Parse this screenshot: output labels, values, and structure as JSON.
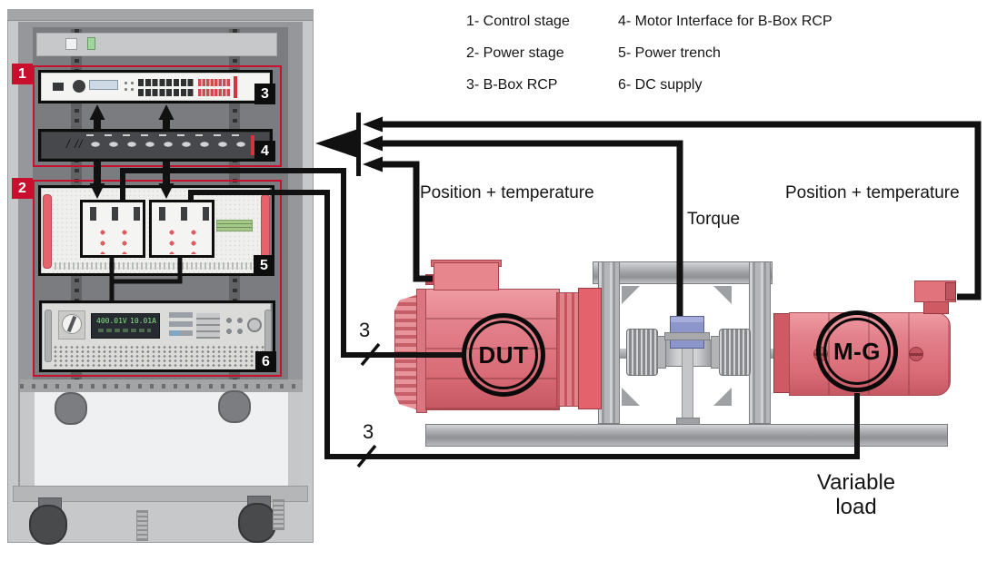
{
  "legend": {
    "items": [
      "1- Control stage",
      "2- Power stage",
      "3- B-Box RCP",
      "4- Motor Interface for B-Box RCP",
      "5- Power trench",
      "6- DC supply"
    ]
  },
  "rack": {
    "badge_control_stage": "1",
    "badge_power_stage": "2",
    "badge_bbox_rcp": "3",
    "badge_motor_interface": "4",
    "badge_power_trench": "5",
    "badge_dc_supply": "6",
    "motor_interface_marks": "/ //",
    "dc_supply": {
      "voltage": "400.01V",
      "current": "10.01A"
    }
  },
  "bench": {
    "dut_label": "DUT",
    "mg_label": "M-G"
  },
  "cables": {
    "position_temperature_left": "Position + temperature",
    "position_temperature_right": "Position + temperature",
    "torque": "Torque",
    "phases_dut": "3",
    "phases_mg": "3",
    "variable_load": "Variable load"
  },
  "colors": {
    "accent_red": "#c8102e",
    "unit_badge_black": "#0d0d0d",
    "cable_black": "#111111",
    "motor_red": "#e2808a",
    "frame_gray": "#b2b4b7",
    "sensor_blue": "#8d96cb",
    "lcd_green": "#a5c889",
    "display_text_green": "#86e386"
  }
}
